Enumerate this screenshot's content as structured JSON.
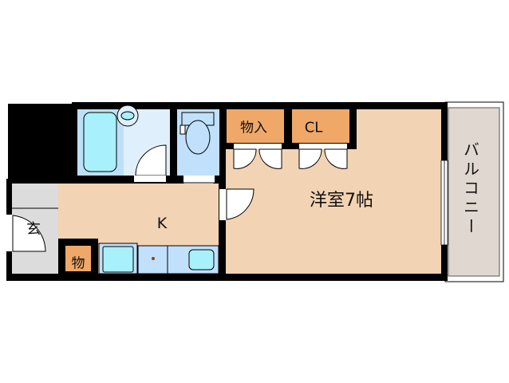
{
  "rooms": {
    "western_room": "洋室7帖",
    "storage_large": "物入",
    "closet": "CL",
    "kitchen": "K",
    "entrance": "玄",
    "storage_small": "物",
    "balcony": "バルコニー"
  },
  "colors": {
    "wall": "#000000",
    "room_floor": "#f2d3b3",
    "storage": "#f0a868",
    "bath": "#dff0fc",
    "fixture": "#a8f0fc",
    "toilet_room": "#c0e0fc",
    "entrance_floor": "#dcdcdc",
    "balcony": "#e0d8d0"
  }
}
